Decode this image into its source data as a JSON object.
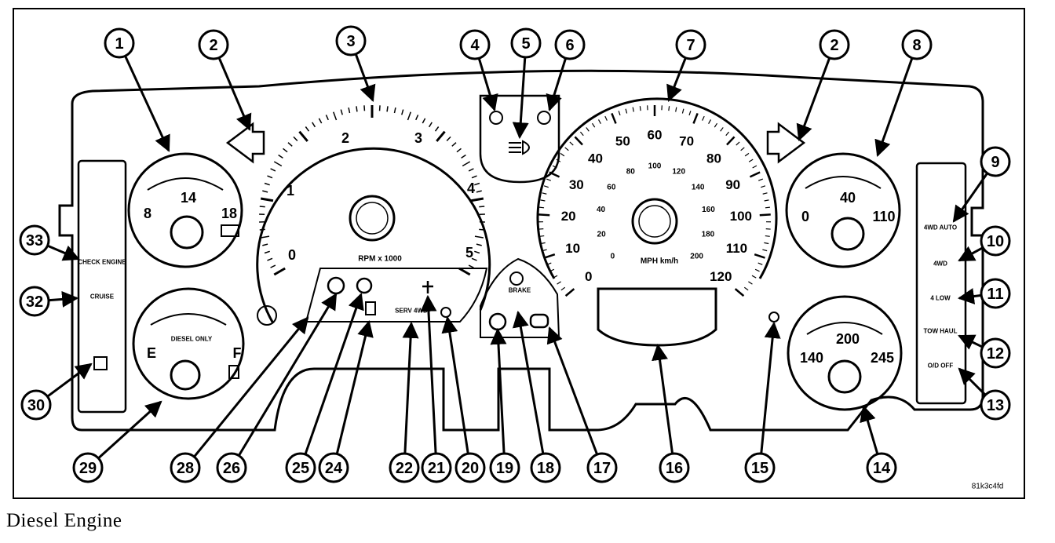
{
  "caption": "Diesel Engine",
  "figure_code": "81k3c4fd",
  "callouts": [
    "1",
    "2",
    "3",
    "4",
    "5",
    "6",
    "7",
    "2",
    "8",
    "9",
    "10",
    "11",
    "12",
    "13",
    "14",
    "15",
    "16",
    "17",
    "18",
    "19",
    "20",
    "21",
    "22",
    "24",
    "25",
    "26",
    "28",
    "29",
    "30",
    "32",
    "33"
  ],
  "gauges": {
    "voltage": {
      "min": "8",
      "mid": "14",
      "max": "18"
    },
    "tachometer": {
      "ticks": [
        "0",
        "1",
        "2",
        "3",
        "4",
        "5"
      ],
      "unit": "RPM x 1000"
    },
    "speedometer": {
      "mph": [
        "0",
        "10",
        "20",
        "30",
        "40",
        "50",
        "60",
        "70",
        "80",
        "90",
        "100",
        "110",
        "120"
      ],
      "kmh": [
        "0",
        "20",
        "40",
        "60",
        "80",
        "100",
        "120",
        "140",
        "160",
        "180",
        "200"
      ],
      "unit": "MPH km/h"
    },
    "oil_pressure": {
      "min": "0",
      "mid": "40",
      "max": "110"
    },
    "fuel": {
      "empty": "E",
      "full": "F",
      "label": "DIESEL ONLY"
    },
    "temperature": {
      "min": "140",
      "mid": "200",
      "max": "245"
    }
  },
  "indicators": {
    "check_engine": "CHECK ENGINE",
    "cruise": "CRUISE",
    "four_wd_auto": "4WD AUTO",
    "four_wd": "4WD",
    "four_low": "4 LOW",
    "tow_haul": "TOW HAUL",
    "od_off": "O/D OFF",
    "brake": "BRAKE",
    "serv_4wd": "SERV 4WD"
  }
}
